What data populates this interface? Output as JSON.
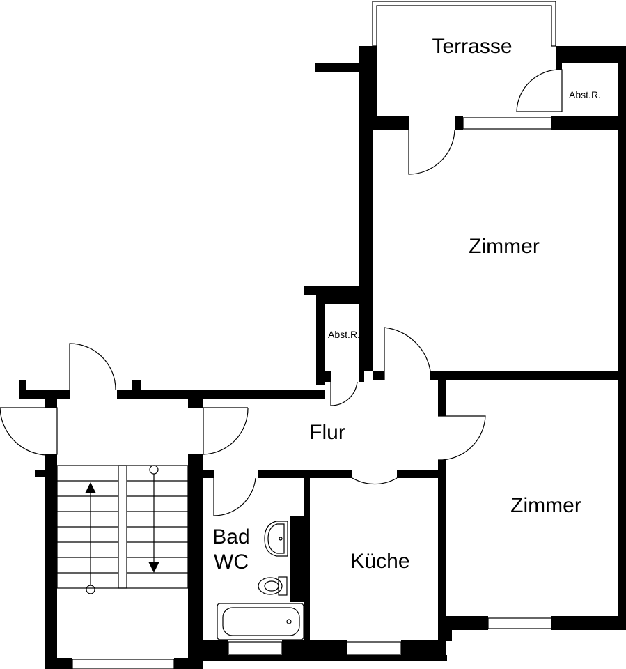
{
  "rooms": {
    "terrace": "Terrasse",
    "storage_top": "Abst.R.",
    "room_upper": "Zimmer",
    "storage_mid": "Abst.R.",
    "hall": "Flur",
    "room_lower": "Zimmer",
    "bath_line1": "Bad",
    "bath_line2": "WC",
    "kitchen": "Küche"
  },
  "colors": {
    "wall": "#000000",
    "background": "#ffffff"
  }
}
